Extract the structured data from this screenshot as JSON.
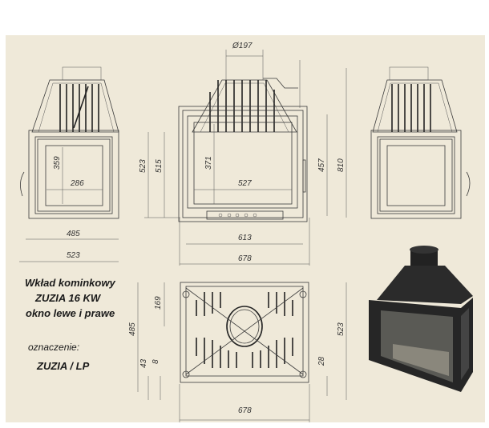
{
  "product": {
    "title_line1": "Wkład kominkowy",
    "title_line2": "ZUZIA 16 KW",
    "title_line3": "okno lewe i prawe",
    "designation_label": "oznaczenie:",
    "designation_value": "ZUZIA / LP"
  },
  "dimensions": {
    "flue_diameter": "Ø197",
    "side_left": {
      "glass_height": "359",
      "glass_width": "286",
      "inner_width": "485",
      "outer_width": "523"
    },
    "front": {
      "height_outer": "523",
      "height_inner": "515",
      "glass_height": "371",
      "glass_width": "527",
      "door_height": "457",
      "total_height": "810",
      "inner_width": "613",
      "outer_width": "678"
    },
    "top": {
      "depth": "485",
      "flue_offset": "169",
      "bottom_offset": "43",
      "small_offset": "8",
      "rear_offset": "28",
      "total_depth": "523",
      "width": "678"
    }
  },
  "colors": {
    "background": "#efe9d9",
    "line": "#3a3a3a"
  }
}
